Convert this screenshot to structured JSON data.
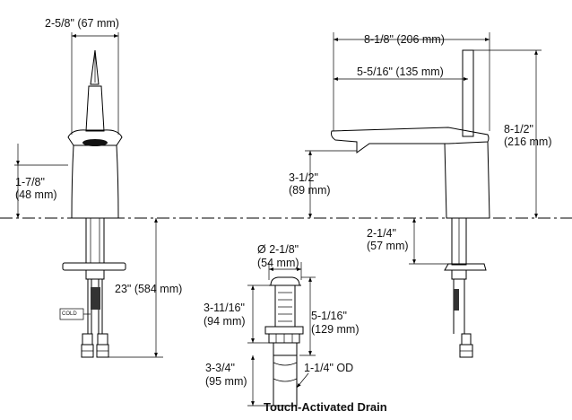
{
  "dimensions": {
    "spout_width": "2-5/8\" (67 mm)",
    "base_height_in": "1-7/8\"",
    "base_height_mm": "(48 mm)",
    "supply_length": "23\" (584 mm)",
    "overall_reach": "8-1/8\" (206 mm)",
    "spout_reach": "5-5/16\" (135 mm)",
    "overall_height_in": "8-1/2\"",
    "overall_height_mm": "(216 mm)",
    "spout_height_in": "3-1/2\"",
    "spout_height_mm": "(89 mm)",
    "shank_length_in": "2-1/4\"",
    "shank_length_mm": "(57 mm)",
    "drain_flange_dia_in": "Ø 2-1/8\"",
    "drain_flange_dia_mm": "(54 mm)",
    "drain_body_in": "3-11/16\"",
    "drain_body_mm": "(94 mm)",
    "drain_total_in": "5-1/16\"",
    "drain_total_mm": "(129 mm)",
    "tailpiece_in": "3-3/4\"",
    "tailpiece_mm": "(95 mm)",
    "tailpiece_od": "1-1/4\" OD"
  },
  "labels": {
    "cold_tag": "COLD",
    "drain_caption": "Touch-Activated Drain"
  }
}
